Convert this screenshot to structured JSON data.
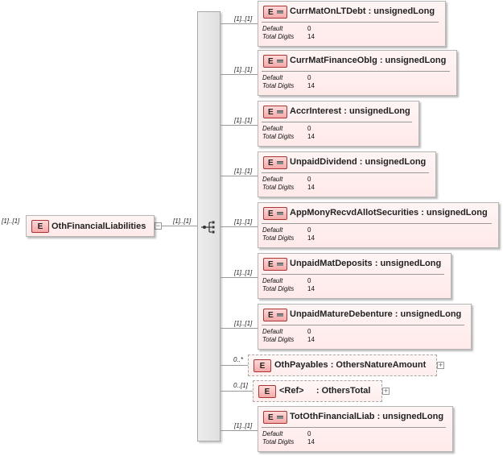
{
  "root": {
    "cardinality": "[1]..[1]",
    "badge": "E",
    "name": "OthFinancialLiabilities",
    "seq_cardinality": "[1]..[1]"
  },
  "props": {
    "default_label": "Default",
    "digits_label": "Total Digits"
  },
  "children": [
    {
      "cardinality": "[1]..[1]",
      "name": "CurrMatOnLTDebt : unsignedLong",
      "default": "0",
      "digits": "14"
    },
    {
      "cardinality": "[1]..[1]",
      "name": "CurrMatFinanceOblg : unsignedLong",
      "default": "0",
      "digits": "14"
    },
    {
      "cardinality": "[1]..[1]",
      "name": "AccrInterest : unsignedLong",
      "default": "0",
      "digits": "14"
    },
    {
      "cardinality": "[1]..[1]",
      "name": "UnpaidDividend : unsignedLong",
      "default": "0",
      "digits": "14"
    },
    {
      "cardinality": "[1]..[1]",
      "name": "AppMonyRecvdAllotSecurities : unsignedLong",
      "default": "0",
      "digits": "14"
    },
    {
      "cardinality": "[1]..[1]",
      "name": "UnpaidMatDeposits : unsignedLong",
      "default": "0",
      "digits": "14"
    },
    {
      "cardinality": "[1]..[1]",
      "name": "UnpaidMatureDebenture : unsignedLong",
      "default": "0",
      "digits": "14"
    },
    {
      "cardinality": "0..*",
      "name": "OthPayables : OthersNatureAmount"
    },
    {
      "cardinality": "0..[1]",
      "name": "<Ref>     : OthersTotal"
    },
    {
      "cardinality": "[1]..[1]",
      "name": "TotOthFinancialLiab : unsignedLong",
      "default": "0",
      "digits": "14"
    }
  ]
}
